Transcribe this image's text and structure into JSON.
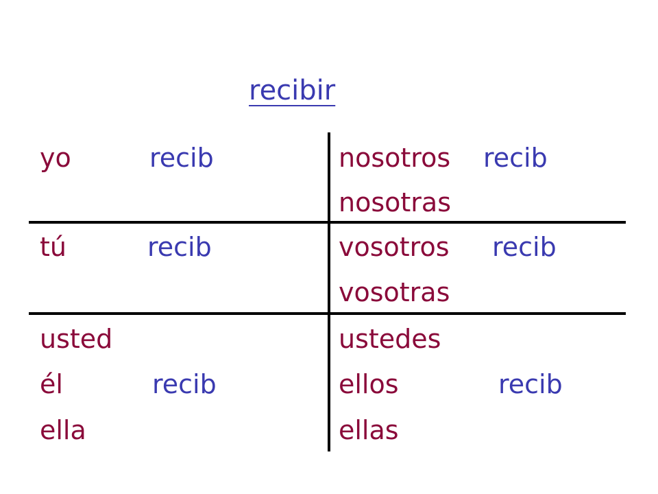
{
  "title": "recibir",
  "left": {
    "row1": {
      "pronoun": "yo",
      "stem": "recib"
    },
    "row2": {
      "pronoun": "tú",
      "stem": "recib"
    },
    "row3": {
      "pronoun_1": "usted",
      "pronoun_2": "él",
      "pronoun_3": "ella",
      "stem": "recib"
    }
  },
  "right": {
    "row1": {
      "pronoun_1": "nosotros",
      "pronoun_2": "nosotras",
      "stem": "recib"
    },
    "row2": {
      "pronoun_1": "vosotros",
      "pronoun_2": "vosotras",
      "stem": "recib"
    },
    "row3": {
      "pronoun_1": "ustedes",
      "pronoun_2": "ellos",
      "pronoun_3": "ellas",
      "stem": "recib"
    }
  },
  "colors": {
    "pronoun": "#8a0a3a",
    "stem": "#3a3ab0",
    "grid": "#000000"
  }
}
